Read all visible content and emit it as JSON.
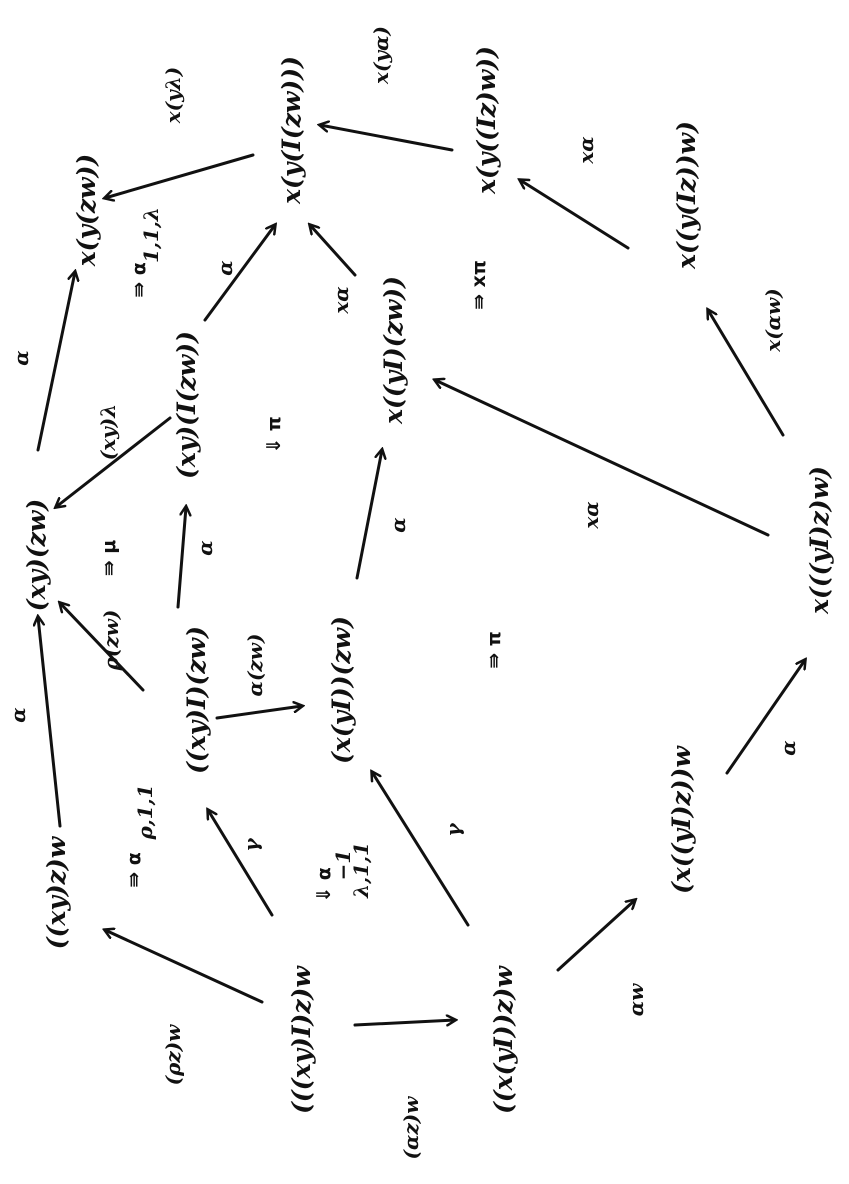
{
  "nodes": {
    "n_xyI_z_w": "(((xy)I)z)w",
    "n_xy_z_w": "((xy)z)w",
    "n_x_yI_z_w": "((x(yI))z)w",
    "n_x_yI_z__w": "(x((yI)z))w",
    "n_x_yI_z_w_end": "x(((yI)z)w)",
    "n_xy_I_zw": "((xy)I)(zw)",
    "n_xy_zw": "(xy)(zw)",
    "n_x_yI_zw": "(x(yI))(zw)",
    "n_xy_I_zw2": "(xy)(I(zw))",
    "n_x_yI_zw2": "x((yI)(zw))",
    "n_x_y_I_zw": "x(y(I(zw)))",
    "n_x_y_zw": "x(y(zw))",
    "n_x_y_Iz_w": "x(y((Iz)w))",
    "n_x_y_Iz_w2": "x((y(Iz))w)"
  },
  "edge_labels": {
    "e_rho_z_w": "(ρz)w",
    "e_alpha_z_w": "(αz)w",
    "e_alpha_w": "αw",
    "e_gamma_1": "γ",
    "e_gamma_2": "γ",
    "e_alpha_left": "α",
    "e_rho_zw": "ρ(zw)",
    "e_alpha_zw": "α(zw)",
    "e_alpha_mid": "α",
    "e_alpha_to_xalpha": "α",
    "e_alpha_right_bottom": "α",
    "e_alpha_top_left": "α",
    "e_xy_lambda": "(xy)λ",
    "e_alpha_top_mid": "α",
    "e_x_alpha_1": "xα",
    "e_x_alpha_2": "xα",
    "e_x_alpha_w": "x(αw)",
    "e_x_alpha_3": "xα",
    "e_x_y_lambda": "x(yλ)",
    "e_x_y_alpha": "x(yα)"
  },
  "two_cells": {
    "c_alpha_rho": "⇛ α",
    "c_alpha_rho_sub": "ρ,1,1",
    "c_alpha_inv": "⇓ α",
    "c_alpha_inv_sup": "−1",
    "c_alpha_inv_sub": "λ,1,1",
    "c_mu": "⇛ μ",
    "c_pi_center": "⇛ π",
    "c_pi_mid": "⇓ π",
    "c_alpha_lambda": "⇛ α",
    "c_alpha_lambda_sub": "1,1,λ",
    "c_x_pi": "⇛ xπ"
  }
}
